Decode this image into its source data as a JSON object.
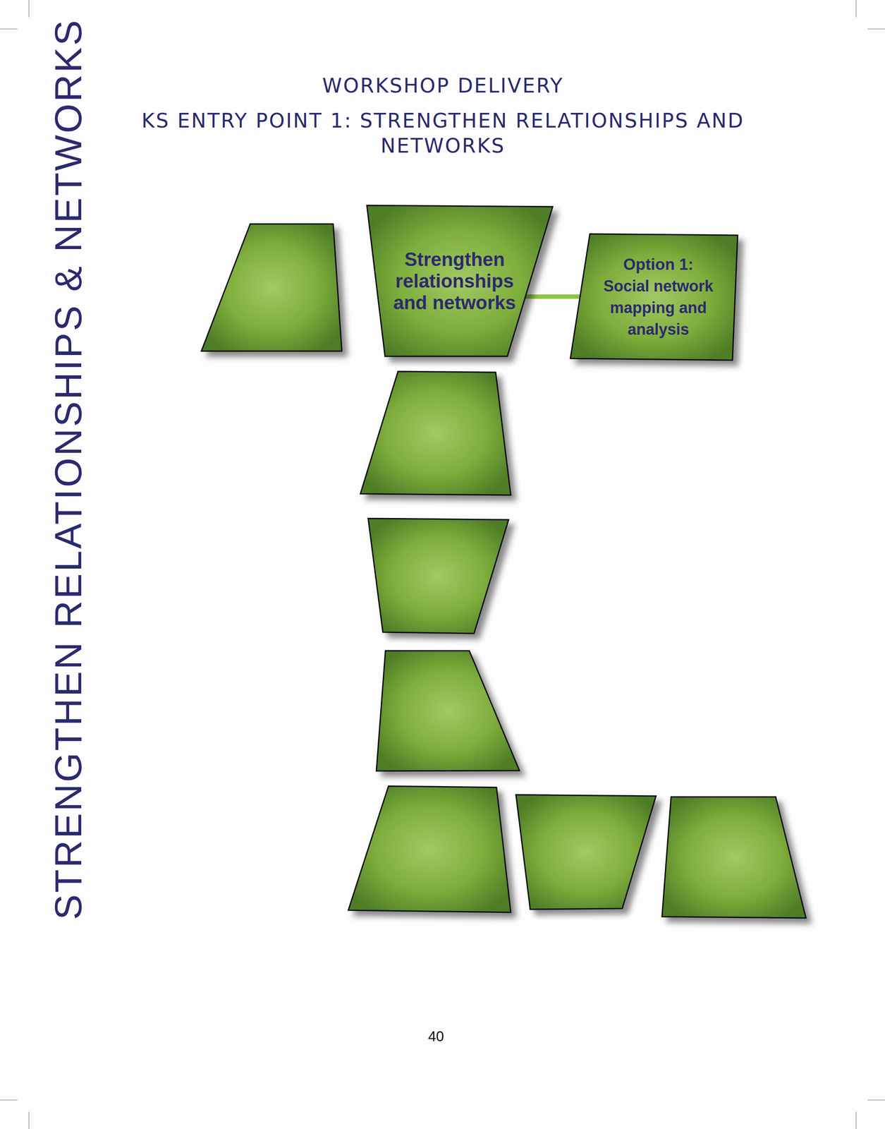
{
  "diagram": {
    "title": "WORKSHOP DELIVERY",
    "nodes": [
      {
        "text": [
          "Strengthen relationships and networks"
        ]
      },
      {
        "text": [
          "Option 1:",
          "Social network mapping and analysis"
        ]
      }
    ],
    "edges": [
      {
        "from": 0,
        "to": 1,
        "arrow": "none"
      }
    ],
    "labels": [
      "KS ENTRY POINT 1: STRENGTHEN RELATIONSHIPS AND NETWORKS",
      "STRENGTHEN RELATIONSHIPS & NETWORKS",
      "40"
    ]
  }
}
